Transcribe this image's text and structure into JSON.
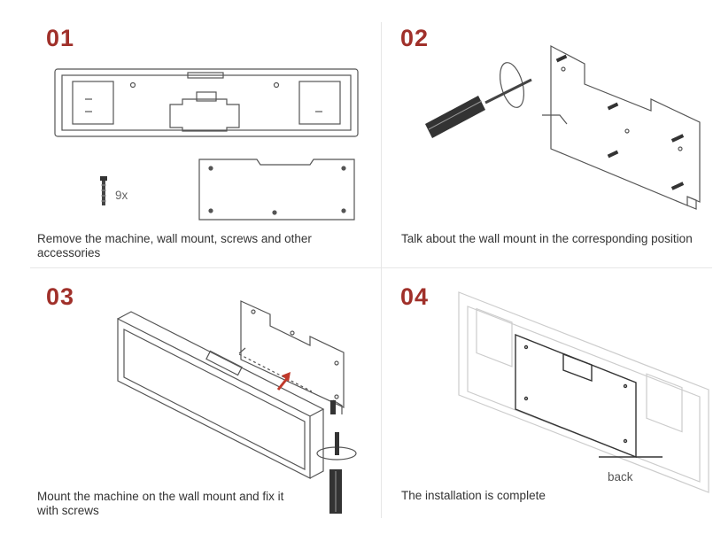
{
  "steps": [
    {
      "number": "01",
      "caption": "Remove the machine, wall mount, screws and other accessories",
      "screw_count": "9x"
    },
    {
      "number": "02",
      "caption": "Talk about the wall mount in the corresponding position"
    },
    {
      "number": "03",
      "caption": "Mount the machine on the wall mount and fix it with screws"
    },
    {
      "number": "04",
      "caption": "The installation is complete",
      "callout": "back"
    }
  ],
  "colors": {
    "step_number": "#a0302a",
    "line": "#555555",
    "arrow": "#c0392b"
  }
}
